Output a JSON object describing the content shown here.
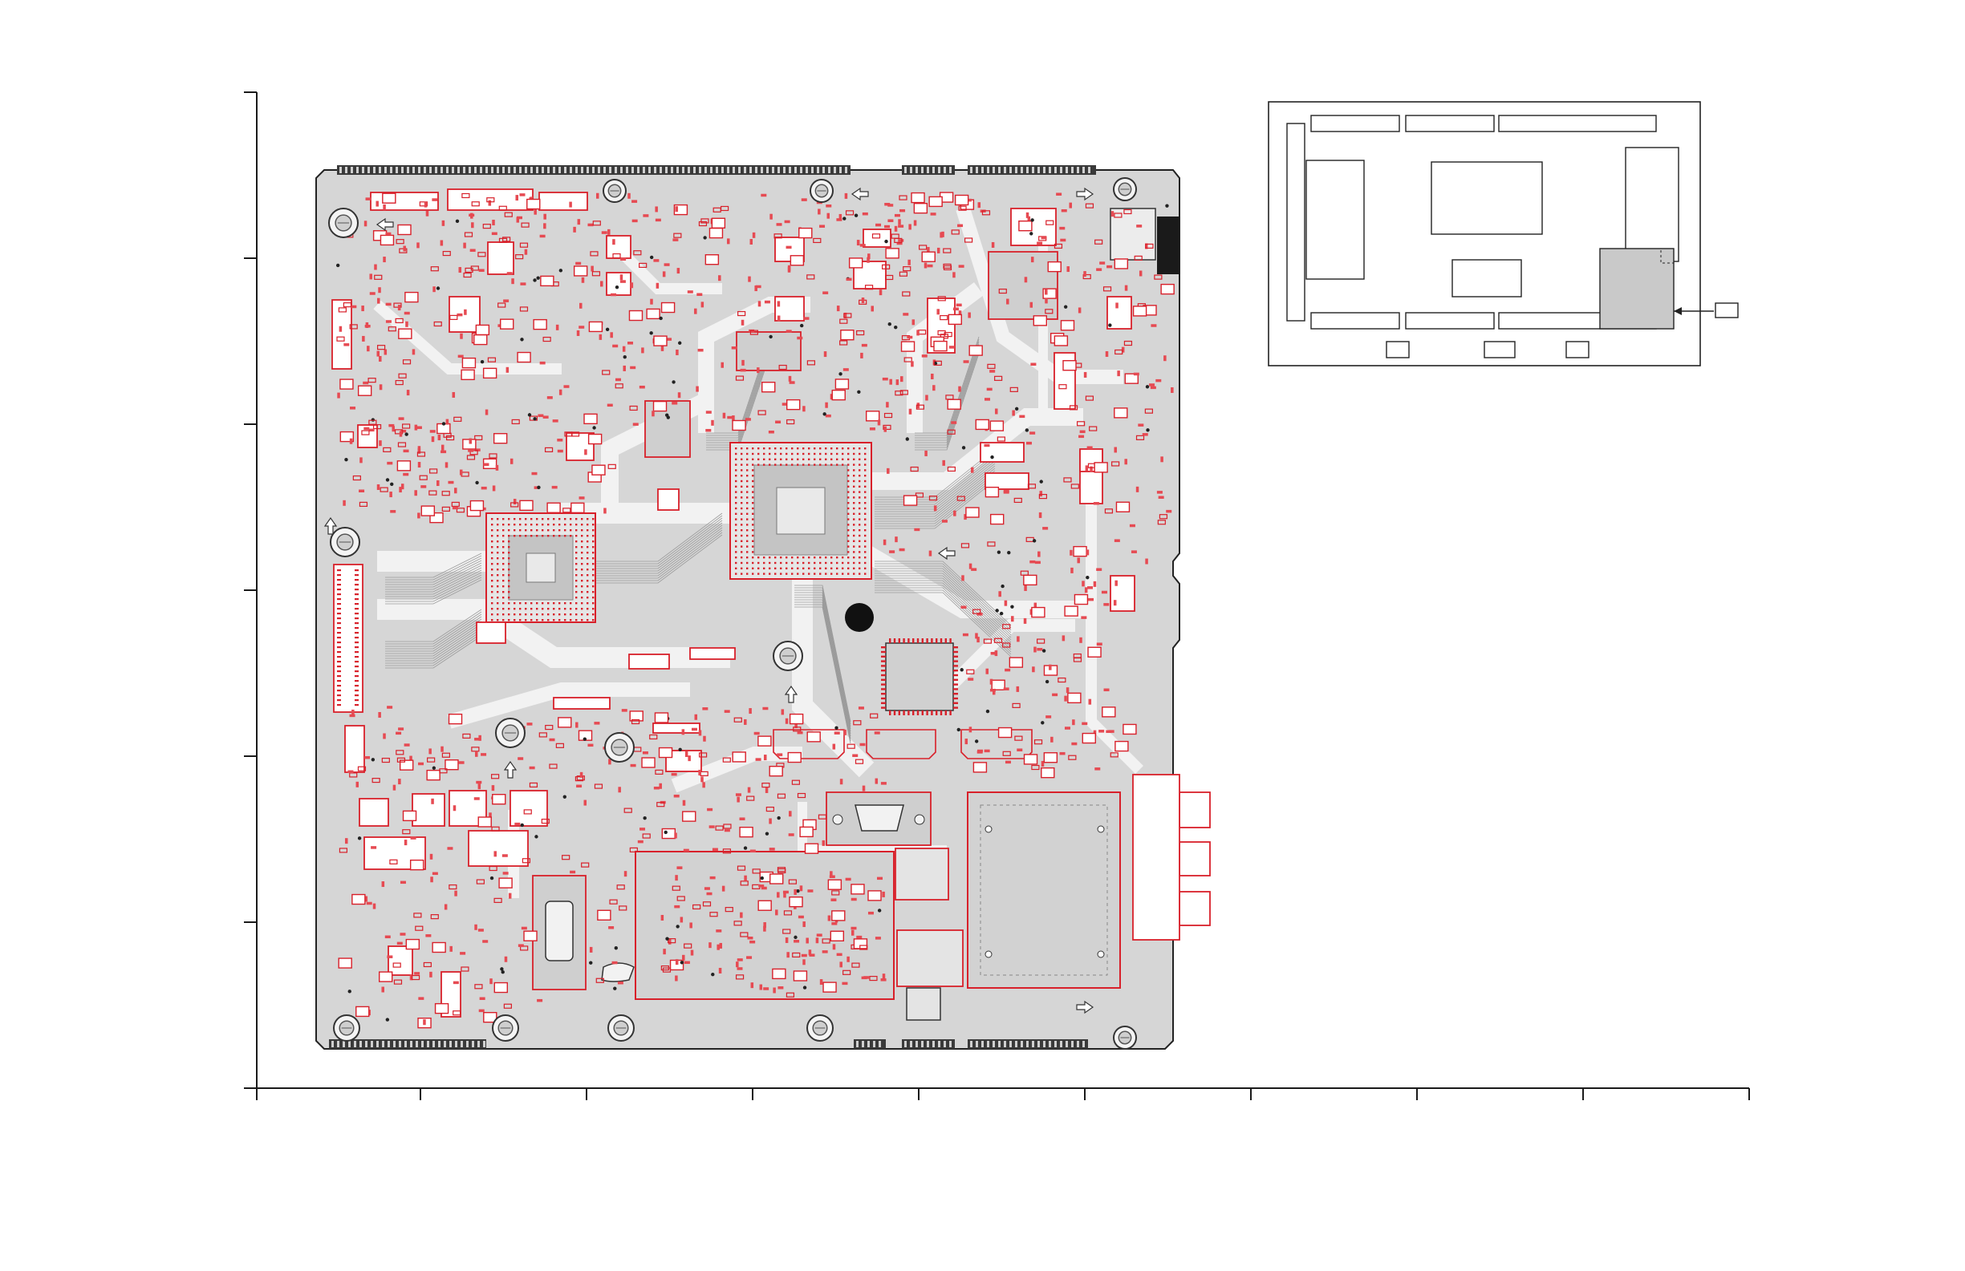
{
  "diagram": {
    "kind": "pcb-component-layout",
    "colors": {
      "board": "#d6d6d6",
      "components": "#d8202a",
      "outline": "#1a1a1a",
      "traces": "#f2f2f2",
      "locator_highlight": "#c9c9c9"
    },
    "grid": {
      "rows": 6,
      "columns": 9,
      "row_labels": [],
      "column_labels": []
    },
    "main_board": {
      "name": "",
      "main_processors": 2,
      "mounting_holes": 12
    },
    "locator_map": {
      "title": "",
      "top_connector_blocks": 3,
      "bottom_connector_blocks": 3,
      "bottom_small_blocks": 3,
      "callout_label": ""
    }
  }
}
